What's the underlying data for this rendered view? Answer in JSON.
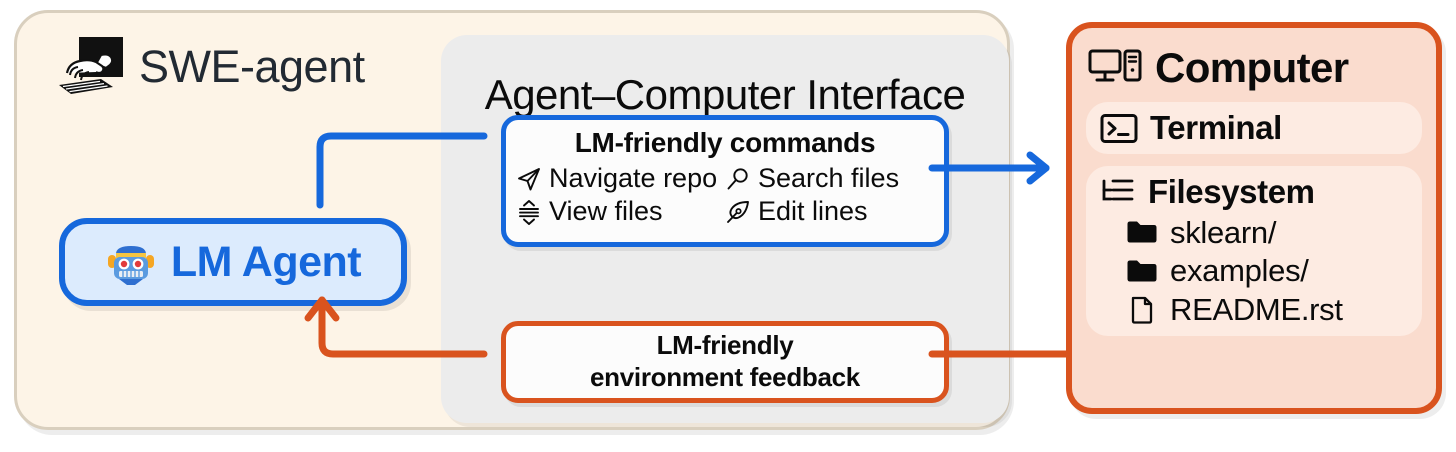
{
  "left_panel": {
    "title": "SWE-agent",
    "logo_icon": "monitor-hand-keyboard-icon",
    "agent": {
      "label": "LM Agent",
      "icon": "robot-emoji-icon"
    }
  },
  "aci": {
    "title": "Agent–Computer Interface",
    "commands_box": {
      "title": "LM-friendly commands",
      "items": [
        {
          "label": "Navigate repo",
          "icon": "navigate-icon"
        },
        {
          "label": "Search files",
          "icon": "search-icon"
        },
        {
          "label": "View files",
          "icon": "view-scroll-icon"
        },
        {
          "label": "Edit lines",
          "icon": "pen-nib-icon"
        }
      ]
    },
    "feedback_box": {
      "line1": "LM-friendly",
      "line2": "environment feedback"
    }
  },
  "computer": {
    "title": "Computer",
    "icon": "desktop-tower-icon",
    "terminal": {
      "label": "Terminal",
      "icon": "terminal-prompt-icon"
    },
    "filesystem": {
      "label": "Filesystem",
      "icon": "file-tree-icon",
      "entries": [
        {
          "name": "sklearn/",
          "icon": "folder-icon"
        },
        {
          "name": "examples/",
          "icon": "folder-icon"
        },
        {
          "name": "README.rst",
          "icon": "file-icon"
        }
      ]
    }
  },
  "connectors": {
    "command_flow_color": "#1668DC",
    "feedback_flow_color": "#D9531E"
  },
  "colors": {
    "cream_panel_bg": "#FDF4E7",
    "cream_panel_border": "#D9CFBE",
    "aci_panel_bg": "#ECECEC",
    "blue_accent": "#1668DC",
    "blue_fill": "#DCEBFD",
    "orange_accent": "#D9531E",
    "computer_fill": "#FADCCE",
    "pill_fill": "#FDEBE2",
    "text_dark": "#0B0B0B"
  }
}
